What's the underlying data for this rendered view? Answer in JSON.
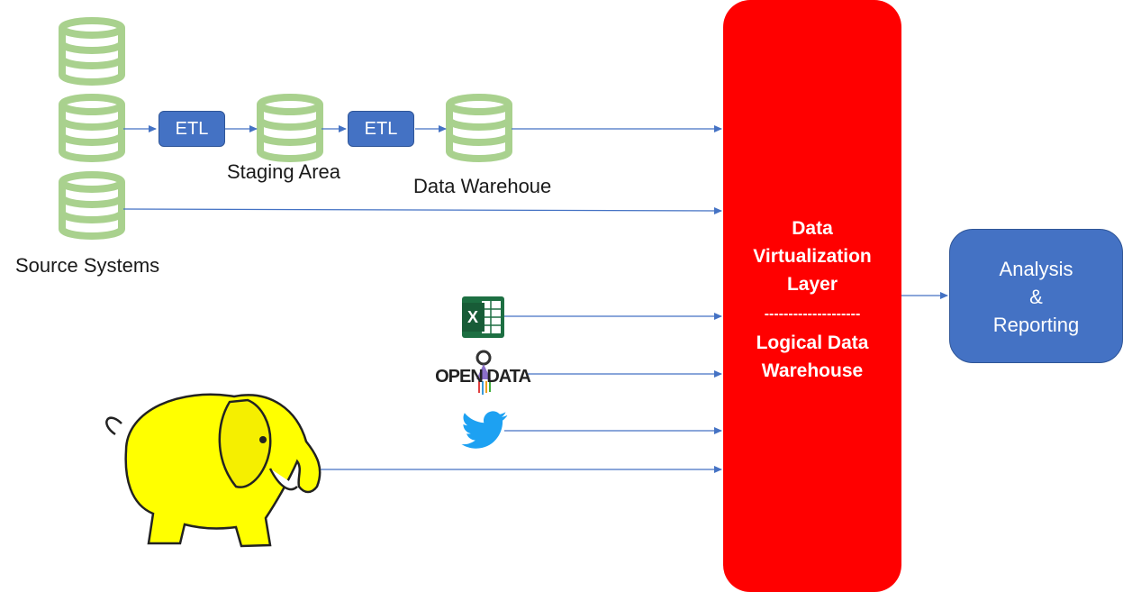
{
  "diagram": {
    "etl_label_1": "ETL",
    "etl_label_2": "ETL",
    "staging_area_label": "Staging Area",
    "data_warehouse_label": "Data Warehoue",
    "source_systems_label": "Source Systems",
    "dvl": {
      "line1": "Data",
      "line2": "Virtualization",
      "line3": "Layer",
      "separator": "--------------------",
      "line4": "Logical Data",
      "line5": "Warehouse"
    },
    "analysis": {
      "line1": "Analysis",
      "line2": "&",
      "line3": "Reporting"
    },
    "opendata_logo_text": "OPEN DATA",
    "excel_logo_text": "X"
  },
  "colors": {
    "database_green": "#a9d18e",
    "etl_blue": "#4472c4",
    "dvl_red": "#ff0000",
    "arrow_blue": "#4472c4",
    "hadoop_yellow": "#ffff00",
    "excel_green": "#1d6f42",
    "twitter_blue": "#1da1f2"
  },
  "icons": [
    "database-icon",
    "excel-icon",
    "open-data-icon",
    "twitter-icon",
    "hadoop-elephant-icon"
  ]
}
